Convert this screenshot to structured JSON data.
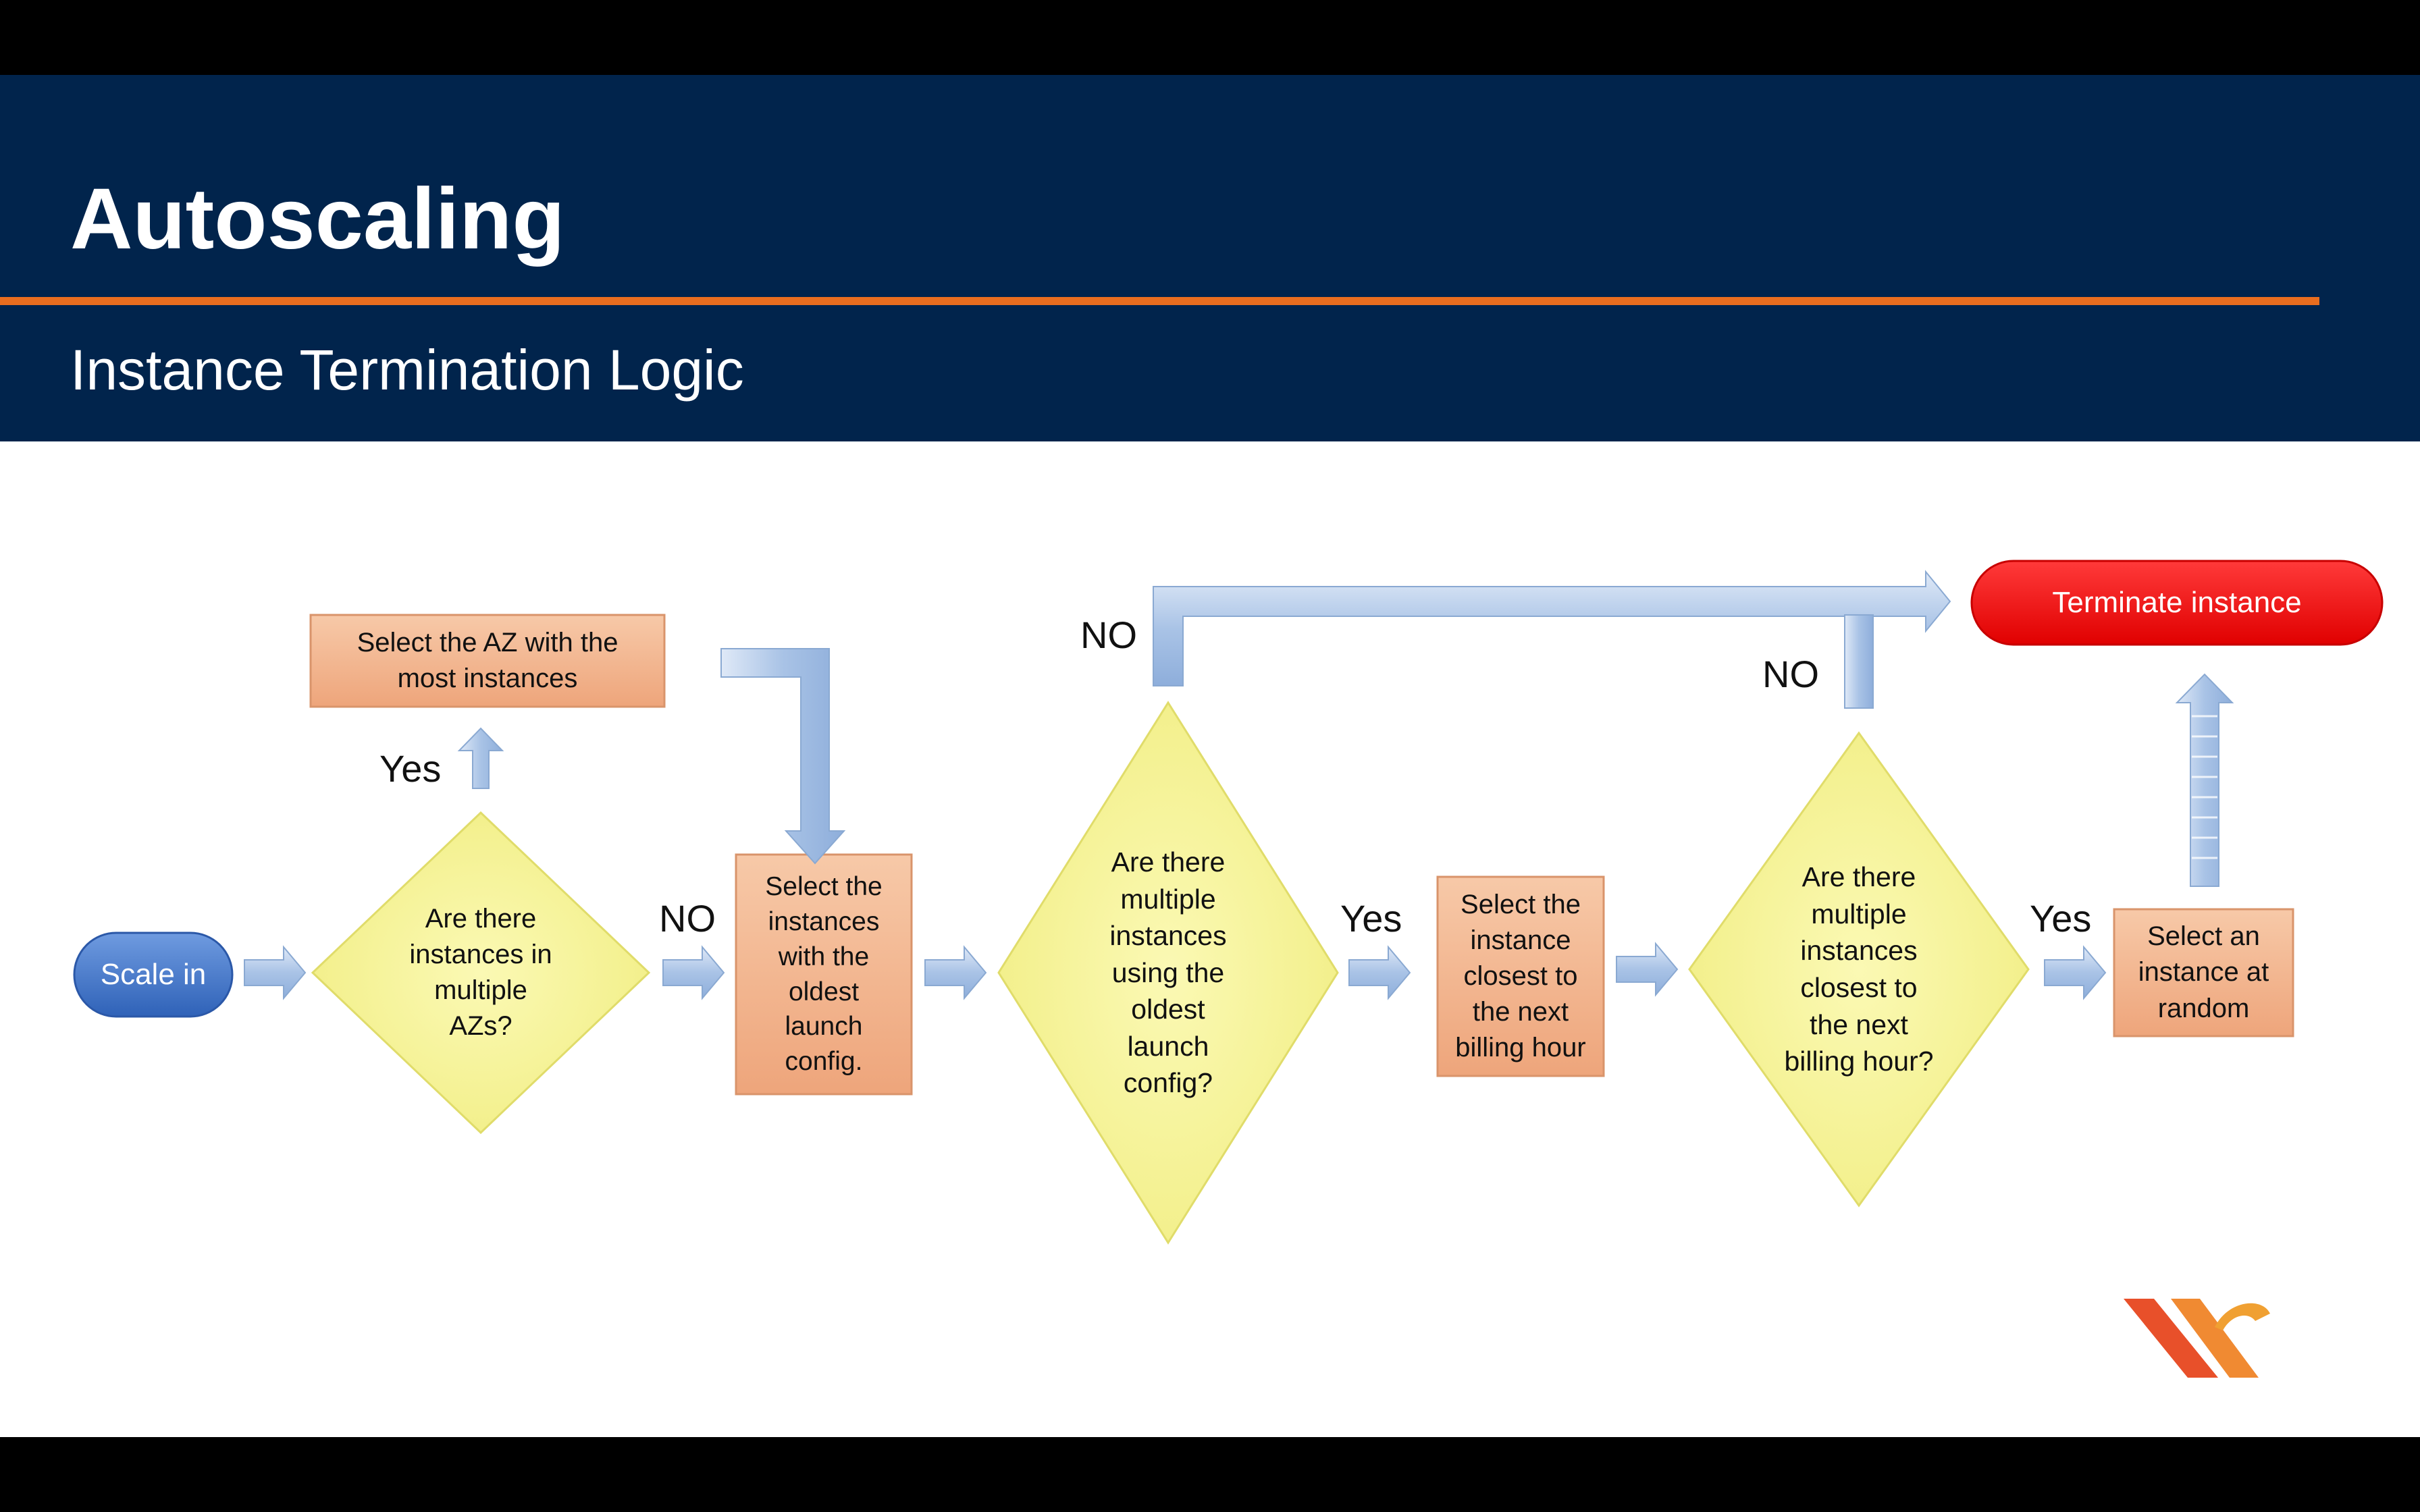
{
  "slide": {
    "title": "Autoscaling",
    "subtitle": "Instance Termination Logic"
  },
  "colors": {
    "header_bg": "#01244c",
    "rule": "#e86d1f",
    "decision_fill": "#f6f38f",
    "process_fill": "#f2b48b",
    "start_fill": "#3f74c8",
    "end_fill": "#f01010",
    "arrow_fill": "#a9c3e6"
  },
  "nodes": {
    "start": "Scale in",
    "d1": "Are there\ninstances in\nmultiple\nAZs?",
    "p_az": "Select the AZ with the\nmost instances",
    "p_oldest": "Select the\ninstances\nwith the\noldest\nlaunch\nconfig.",
    "d2": "Are there\nmultiple\ninstances\nusing the\noldest\nlaunch\nconfig?",
    "p_closest": "Select the\ninstance\nclosest to\nthe next\nbilling hour",
    "d3": "Are there\nmultiple\ninstances\nclosest to\nthe next\nbilling hour?",
    "p_random": "Select an\ninstance at\nrandom",
    "end": "Terminate instance"
  },
  "edges": {
    "yes_d1": "Yes",
    "no_d1": "NO",
    "no_d2": "NO",
    "yes_d2": "Yes",
    "no_d3": "NO",
    "yes_d3": "Yes"
  },
  "logo_icon": "brand-logo-icon"
}
